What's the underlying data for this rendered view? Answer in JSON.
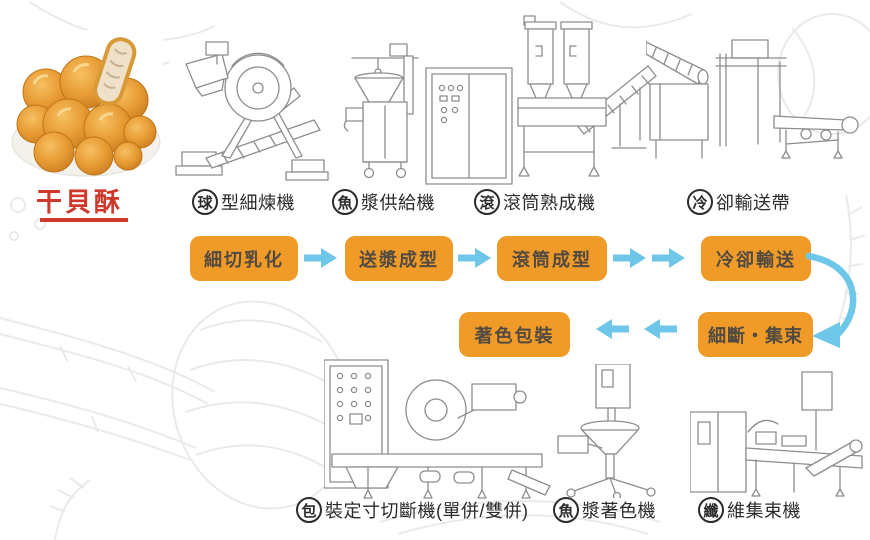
{
  "title": {
    "text": "干貝酥"
  },
  "machine_labels": [
    {
      "circle_char": "球",
      "label": "型細煉機"
    },
    {
      "circle_char": "魚",
      "label": "漿供給機"
    },
    {
      "circle_char": "滾",
      "label": "滾筒熟成機"
    },
    {
      "circle_char": "冷",
      "label": "卻輸送帶"
    },
    {
      "circle_char": "包",
      "label": "裝定寸切斷機(單併/雙併)"
    },
    {
      "circle_char": "魚",
      "label": "漿著色機"
    },
    {
      "circle_char": "纖",
      "label": "維集束機"
    }
  ],
  "flow": {
    "row1": [
      "細切乳化",
      "送漿成型",
      "滾筒成型",
      "冷卻輸送"
    ],
    "row2": [
      "著色包裝",
      "細斷・集束"
    ]
  },
  "colors": {
    "accent_orange": "#F09B27",
    "arrow_blue": "#6EC6E8",
    "title_red": "#CE392B",
    "box_text": "#514A42",
    "label_ink": "#2B2B2B",
    "machine_line": "#8D8D8D",
    "background": "#FFFFFF"
  }
}
